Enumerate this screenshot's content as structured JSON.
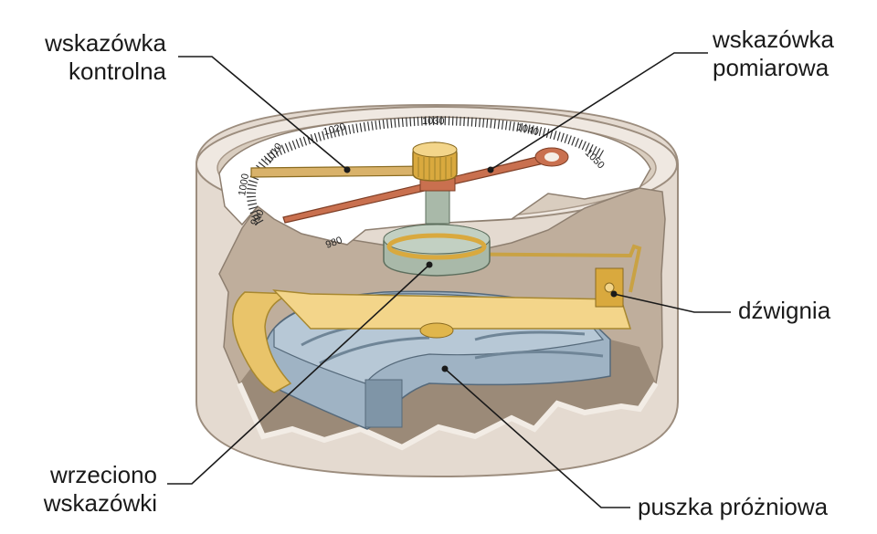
{
  "labels": {
    "control_pointer": {
      "line1": "wskazówka",
      "line2": "kontrolna"
    },
    "measuring_pointer": {
      "line1": "wskazówka",
      "line2": "pomiarowa"
    },
    "lever": "dźwignia",
    "pointer_spindle": {
      "line1": "wrzeciono",
      "line2": "wskazówki"
    },
    "vacuum_capsule": "puszka próżniowa"
  },
  "dial": {
    "ticks": [
      "980",
      "990",
      "1000",
      "1010",
      "1020",
      "1030",
      "1040",
      "1050"
    ]
  },
  "colors": {
    "casing": "#e6ddd3",
    "casing_inner": "#cfc2b4",
    "interior_floor": "#9b8a78",
    "brass": "#e9c46a",
    "copper": "#c9704f",
    "capsule": "#9db1c2",
    "spindle": "#a8b7a8"
  }
}
